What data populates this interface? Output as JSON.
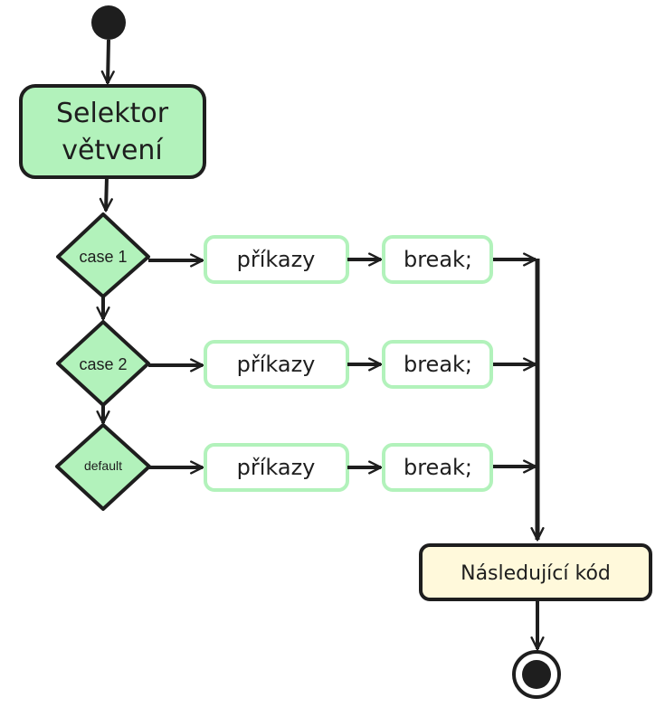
{
  "diagram": {
    "type": "activity-flowchart",
    "start_node": "start-icon",
    "end_node": "end-icon",
    "selector": {
      "label_line1": "Selektor",
      "label_line2": "větvení",
      "fill": "#b2f2bb"
    },
    "branches": [
      {
        "condition": "case 1",
        "action": "příkazy",
        "terminator": "break;"
      },
      {
        "condition": "case 2",
        "action": "příkazy",
        "terminator": "break;"
      },
      {
        "condition": "default",
        "action": "příkazy",
        "terminator": "break;"
      }
    ],
    "next": {
      "label": "Následující kód",
      "fill": "#fff9db"
    },
    "colors": {
      "stroke": "#1e1e1e",
      "green_fill": "#b2f2bb",
      "green_border": "#b2f2bb",
      "yellow_fill": "#fff9db"
    }
  }
}
